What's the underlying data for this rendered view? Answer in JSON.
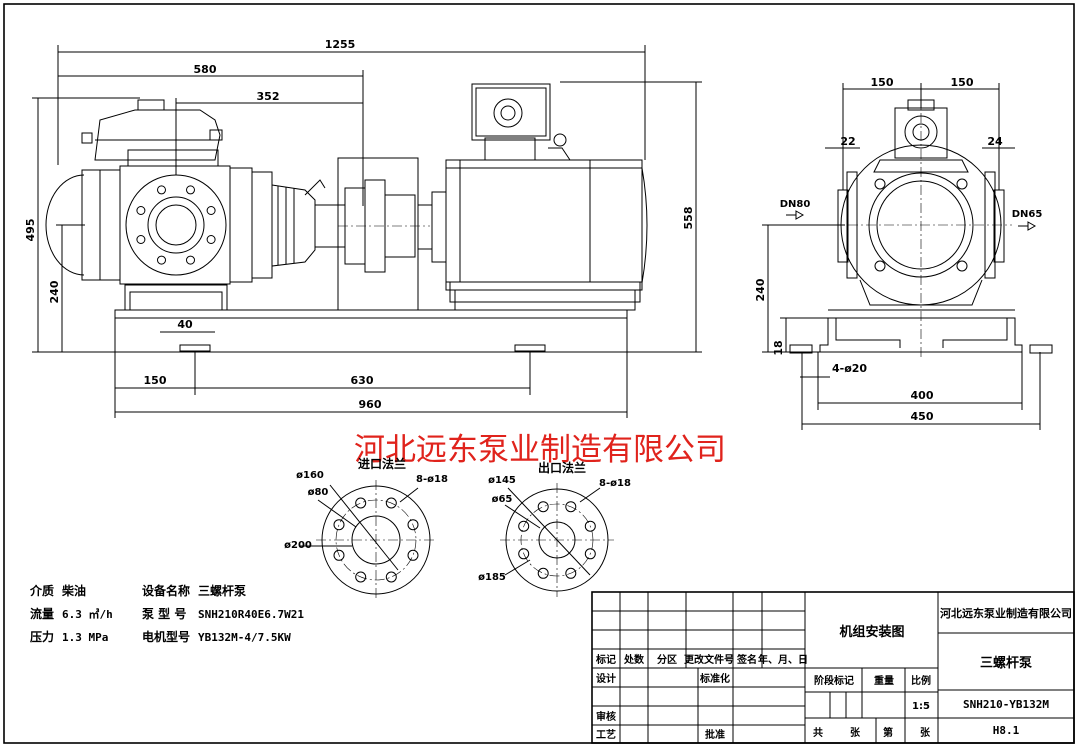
{
  "dims_side": {
    "total_length": "1255",
    "len_580": "580",
    "len_352": "352",
    "height_495": "495",
    "height_558": "558",
    "height_240": "240",
    "foot_40": "40",
    "base_150": "150",
    "base_630": "630",
    "base_960": "960"
  },
  "dims_end": {
    "half_left": "150",
    "half_right": "150",
    "inlet_offset": "22",
    "outlet_offset": "24",
    "inlet_label": "DN80",
    "outlet_label": "DN65",
    "height_240": "240",
    "base_18": "18",
    "holes": "4-ø20",
    "width_400": "400",
    "width_450": "450"
  },
  "watermark": "河北远东泵业制造有限公司",
  "inlet_flange": {
    "title": "进口法兰",
    "d_outer": "ø160",
    "d_bore": "ø80",
    "d_pcd": "ø200",
    "bolts": "8-ø18"
  },
  "outlet_flange": {
    "title": "出口法兰",
    "d_outer": "ø145",
    "d_bore": "ø65",
    "d_pcd": "ø185",
    "bolts": "8-ø18"
  },
  "specs": [
    {
      "k1": "介质",
      "v1": "柴油",
      "k2": "设备名称",
      "v2": "三螺杆泵"
    },
    {
      "k1": "流量",
      "v1": "6.3 ㎥/h",
      "k2": "泵 型 号",
      "v2": "SNH210R40E6.7W21"
    },
    {
      "k1": "压力",
      "v1": "1.3 MPa",
      "k2": "电机型号",
      "v2": "YB132M-4/7.5KW"
    }
  ],
  "title_block": {
    "drawing_title": "机组安装图",
    "company": "河北远东泵业制造有限公司",
    "product": "三螺杆泵",
    "model": "SNH210-YB132M",
    "code": "H8.1",
    "scale": "1:5",
    "rev_headers": [
      "标记",
      "处数",
      "分区",
      "更改文件号",
      "签名",
      "年、月、日"
    ],
    "design": "设计",
    "standardize": "标准化",
    "review": "审核",
    "process": "工艺",
    "approve": "批准",
    "stage_mark": "阶段标记",
    "weight": "重量",
    "ratio": "比例",
    "total": "共",
    "sheet": "张",
    "index": "第",
    "sheet2": "张"
  }
}
